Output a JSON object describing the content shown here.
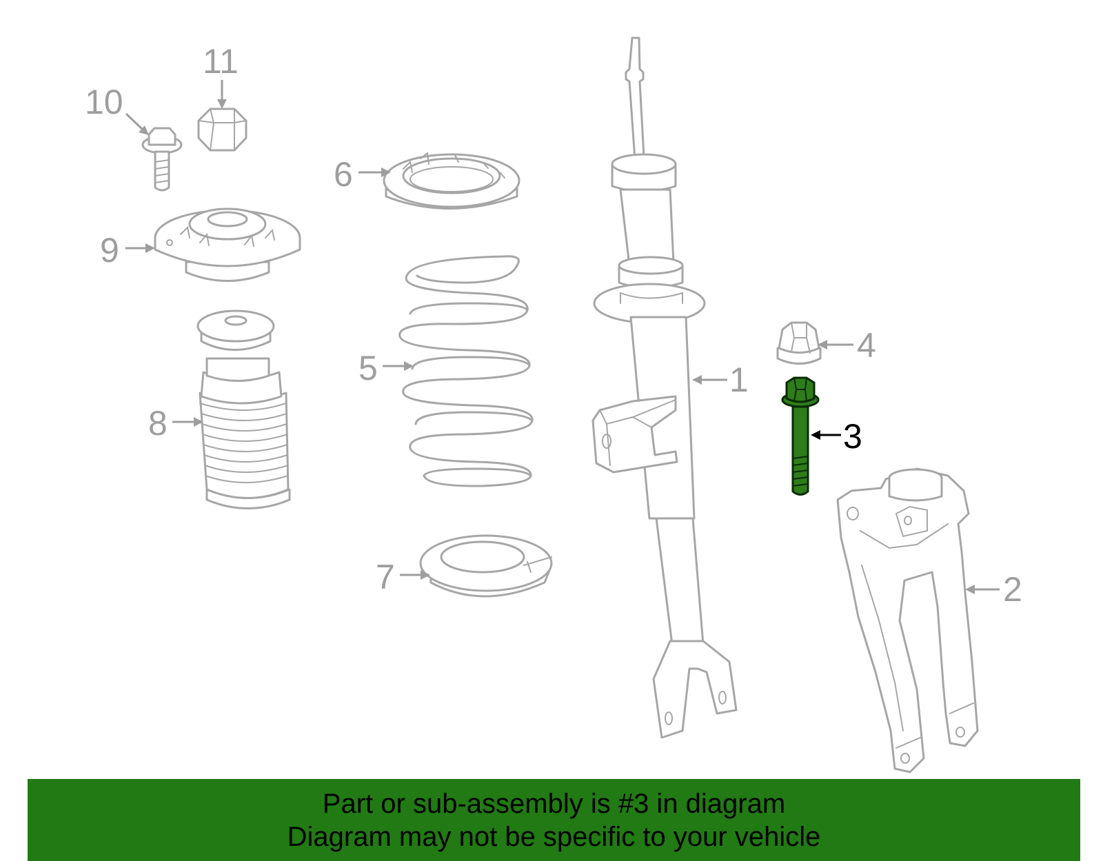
{
  "highlight_color": "#217a13",
  "callouts": [
    {
      "id": "1",
      "label": "1",
      "part": "strut-assembly",
      "highlighted": false
    },
    {
      "id": "2",
      "label": "2",
      "part": "steering-knuckle",
      "highlighted": false
    },
    {
      "id": "3",
      "label": "3",
      "part": "bolt",
      "highlighted": true
    },
    {
      "id": "4",
      "label": "4",
      "part": "nut",
      "highlighted": false
    },
    {
      "id": "5",
      "label": "5",
      "part": "coil-spring",
      "highlighted": false
    },
    {
      "id": "6",
      "label": "6",
      "part": "upper-spring-seat",
      "highlighted": false
    },
    {
      "id": "7",
      "label": "7",
      "part": "lower-spring-seat",
      "highlighted": false
    },
    {
      "id": "8",
      "label": "8",
      "part": "dust-boot",
      "highlighted": false
    },
    {
      "id": "9",
      "label": "9",
      "part": "strut-mount",
      "highlighted": false
    },
    {
      "id": "10",
      "label": "10",
      "part": "mount-bolt",
      "highlighted": false
    },
    {
      "id": "11",
      "label": "11",
      "part": "mount-nut",
      "highlighted": false
    }
  ],
  "banner": {
    "line1": "Part or sub-assembly is #3 in diagram",
    "line2": "Diagram may not be specific to your vehicle"
  }
}
